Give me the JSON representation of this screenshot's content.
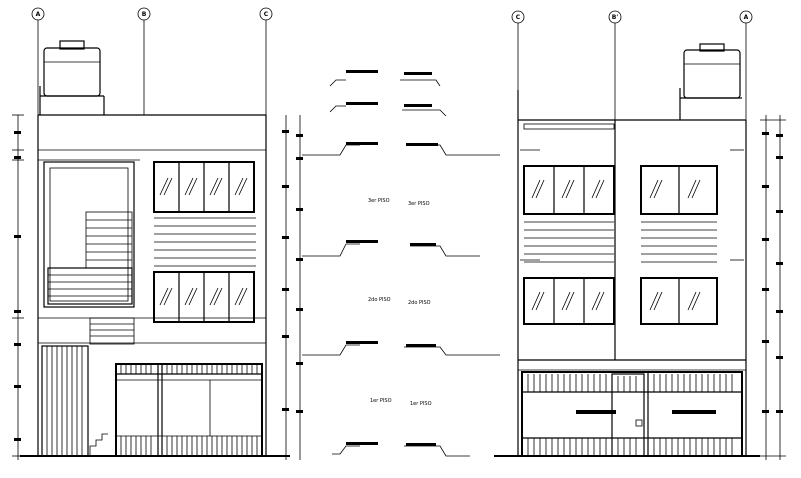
{
  "left_elevation": {
    "axes": [
      "A",
      "B",
      "C"
    ]
  },
  "right_elevation": {
    "axes": [
      "C",
      "B'",
      "A"
    ]
  },
  "floor_labels": {
    "left": [
      "3er PISO",
      "2do PISO",
      "1er PISO"
    ],
    "right": [
      "3er PISO",
      "2do PISO",
      "1er PISO"
    ]
  }
}
